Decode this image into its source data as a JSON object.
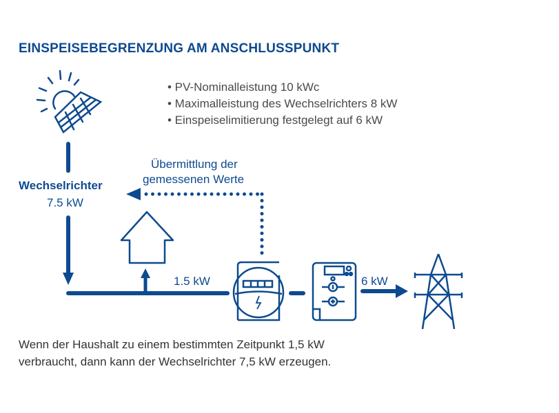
{
  "title": "EINSPEISEBEGRENZUNG AM ANSCHLUSSPUNKT",
  "bullets": [
    "• PV-Nominalleistung 10 kWc",
    "• Maximalleistung des Wechselrichters 8 kW",
    "• Einspeiselimitierung festgelegt auf 6 kW"
  ],
  "inverter": {
    "label": "Wechselrichter",
    "power": "7.5 kW"
  },
  "transmission": {
    "line1": "Übermittlung der",
    "line2": "gemessenen Werte"
  },
  "house_power": "1.5 kW",
  "grid_power": "6 kW",
  "footer": [
    "Wenn der Haushalt zu einem bestimmten Zeitpunkt 1,5 kW",
    "verbraucht, dann kann der Wechselrichter 7,5 kW erzeugen."
  ],
  "colors": {
    "accent": "#0d4a8f",
    "text": "#4a4a4a"
  }
}
